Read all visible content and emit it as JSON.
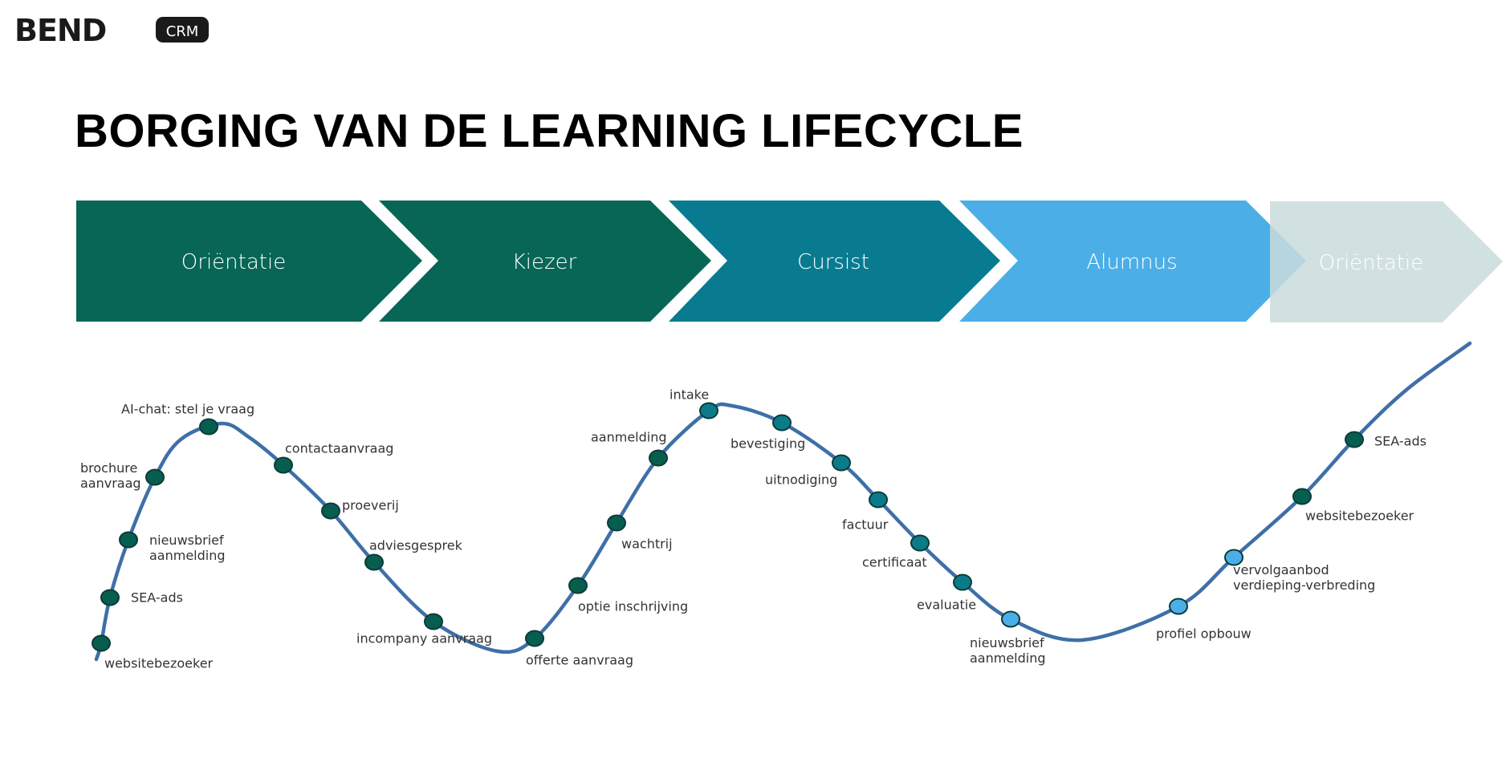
{
  "logo": {
    "brand": "BEND",
    "suffix": "CRM"
  },
  "title": "BORGING VAN DE LEARNING LIFECYCLE",
  "phases": [
    {
      "label": "Oriëntatie",
      "color": "#076656"
    },
    {
      "label": "Kiezer",
      "color": "#076656"
    },
    {
      "label": "Cursist",
      "color": "#087b91"
    },
    {
      "label": "Alumnus",
      "color": "#4baee7"
    },
    {
      "label": "Oriëntatie",
      "color": "#c9dcdc"
    }
  ],
  "curve_color": "#3f6fa8",
  "dot_colors": {
    "green": "#075e4e",
    "teal": "#0b7b8a",
    "blue": "#4baee7"
  },
  "steps": [
    {
      "label": "websitebezoeker",
      "color": "green"
    },
    {
      "label": "SEA-ads",
      "color": "green"
    },
    {
      "label": "nieuwsbrief\naanmelding",
      "color": "green"
    },
    {
      "label": "brochure\naanvraag",
      "color": "green"
    },
    {
      "label": "AI-chat: stel je vraag",
      "color": "green"
    },
    {
      "label": "contactaanvraag",
      "color": "green"
    },
    {
      "label": "proeverij",
      "color": "green"
    },
    {
      "label": "adviesgesprek",
      "color": "green"
    },
    {
      "label": "incompany aanvraag",
      "color": "green"
    },
    {
      "label": "offerte aanvraag",
      "color": "green"
    },
    {
      "label": "optie inschrijving",
      "color": "green"
    },
    {
      "label": "wachtrij",
      "color": "green"
    },
    {
      "label": "aanmelding",
      "color": "green"
    },
    {
      "label": "intake",
      "color": "teal"
    },
    {
      "label": "bevestiging",
      "color": "teal"
    },
    {
      "label": "uitnodiging",
      "color": "teal"
    },
    {
      "label": "factuur",
      "color": "teal"
    },
    {
      "label": "certificaat",
      "color": "teal"
    },
    {
      "label": "evaluatie",
      "color": "teal"
    },
    {
      "label": "nieuwsbrief\naanmelding",
      "color": "blue"
    },
    {
      "label": "profiel opbouw",
      "color": "blue"
    },
    {
      "label": "vervolgaanbod\nverdieping-verbreding",
      "color": "blue"
    },
    {
      "label": "websitebezoeker",
      "color": "green"
    },
    {
      "label": "SEA-ads",
      "color": "green"
    }
  ]
}
